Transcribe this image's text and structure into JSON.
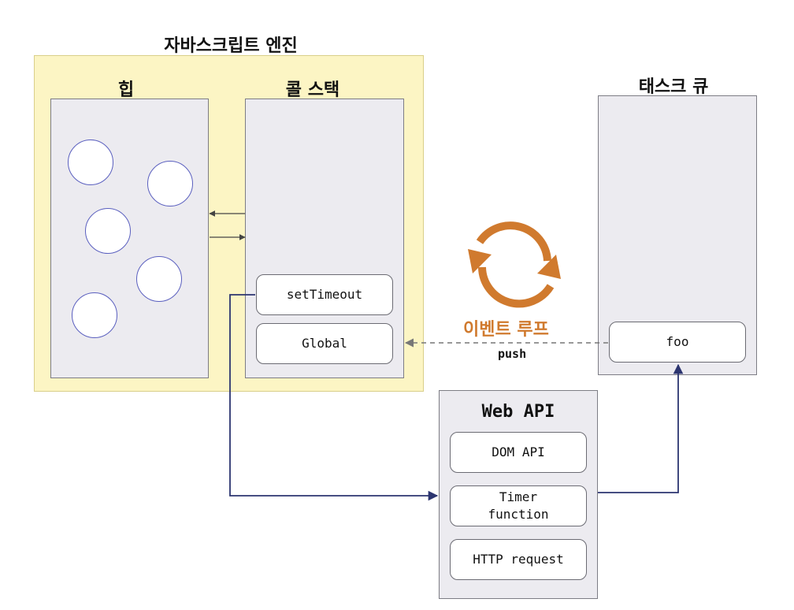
{
  "engine": {
    "title": "자바스크립트 엔진",
    "heap_title": "힙",
    "callstack_title": "콜 스택",
    "callstack_items": [
      "setTimeout",
      "Global"
    ]
  },
  "task_queue": {
    "title": "태스크 큐",
    "items": [
      "foo"
    ]
  },
  "event_loop": {
    "label": "이벤트 루프",
    "push_label": "push"
  },
  "web_api": {
    "title": "Web API",
    "items": [
      "DOM API",
      "Timer function",
      "HTTP request"
    ]
  },
  "colors": {
    "engine_bg": "#fcf5c4",
    "panel_bg": "#ecebf0",
    "connector": "#2c3570",
    "event_loop": "#d07a2e",
    "heap_circle": "#5a5fbf"
  }
}
